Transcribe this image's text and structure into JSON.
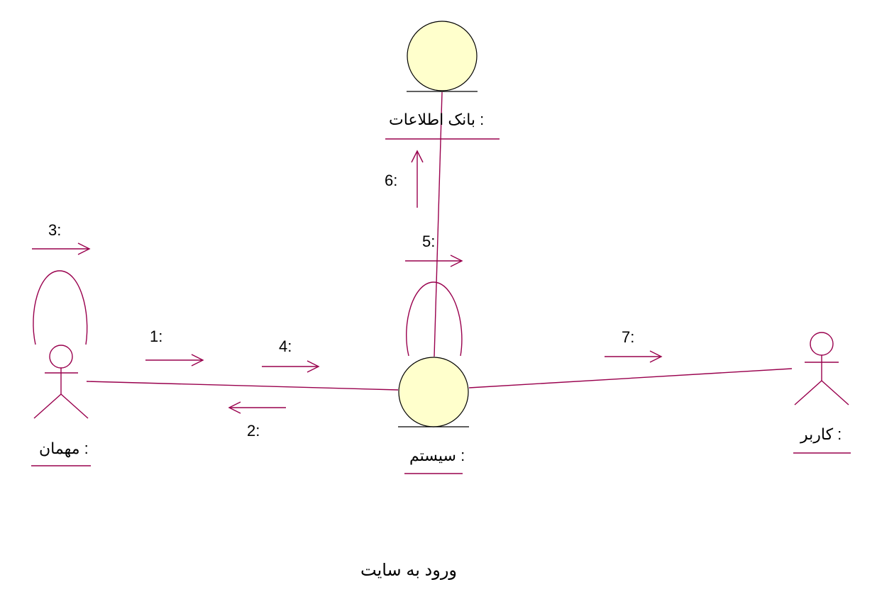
{
  "diagram": {
    "caption": "ورود به سایت",
    "objects": {
      "database": ": بانک اطلاعات",
      "system": ": سیستم",
      "guest": ": مهمان",
      "user": ": کاربر"
    },
    "messages": {
      "m1": "1:",
      "m2": "2:",
      "m3": "3:",
      "m4": "4:",
      "m5": "5:",
      "m6": "6:",
      "m7": "7:"
    },
    "colors": {
      "line": "#99004d",
      "fill": "#ffffcc",
      "stroke": "#000000",
      "text": "#000000"
    }
  }
}
